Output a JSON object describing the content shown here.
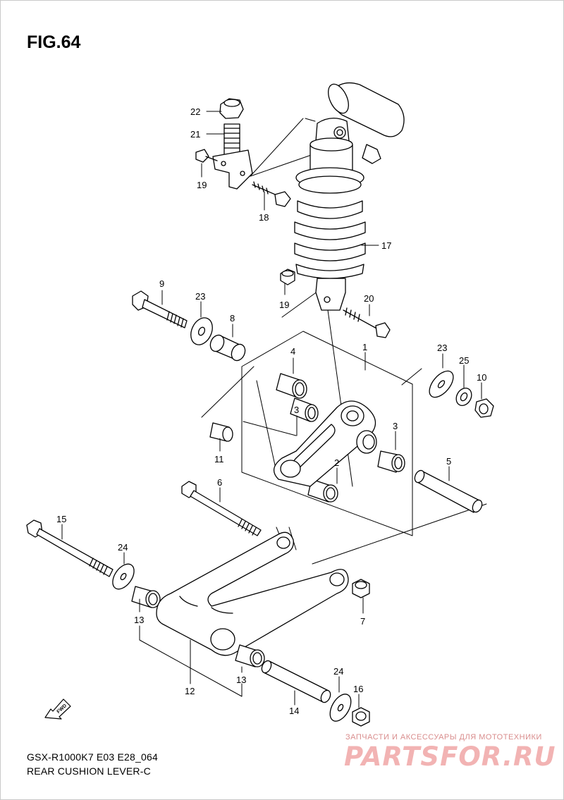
{
  "figure": {
    "title": "FIG.64",
    "model_code": "GSX-R1000K7 E03 E28_064",
    "caption": "REAR CUSHION LEVER-C",
    "fwd_label": "FWD"
  },
  "callouts": [
    "22",
    "21",
    "19",
    "18",
    "17",
    "9",
    "23",
    "8",
    "4",
    "1",
    "23",
    "25",
    "10",
    "19",
    "20",
    "3",
    "3",
    "11",
    "2",
    "5",
    "6",
    "15",
    "24",
    "13",
    "7",
    "12",
    "13",
    "24",
    "16",
    "14"
  ],
  "watermark": {
    "tagline": "ЗАПЧАСТИ И АКСЕССУАРЫ ДЛЯ МОТОТЕХНИКИ",
    "brand": "PARTSFOR.RU"
  },
  "colors": {
    "line": "#000000",
    "watermark": "#f2b3b3"
  }
}
